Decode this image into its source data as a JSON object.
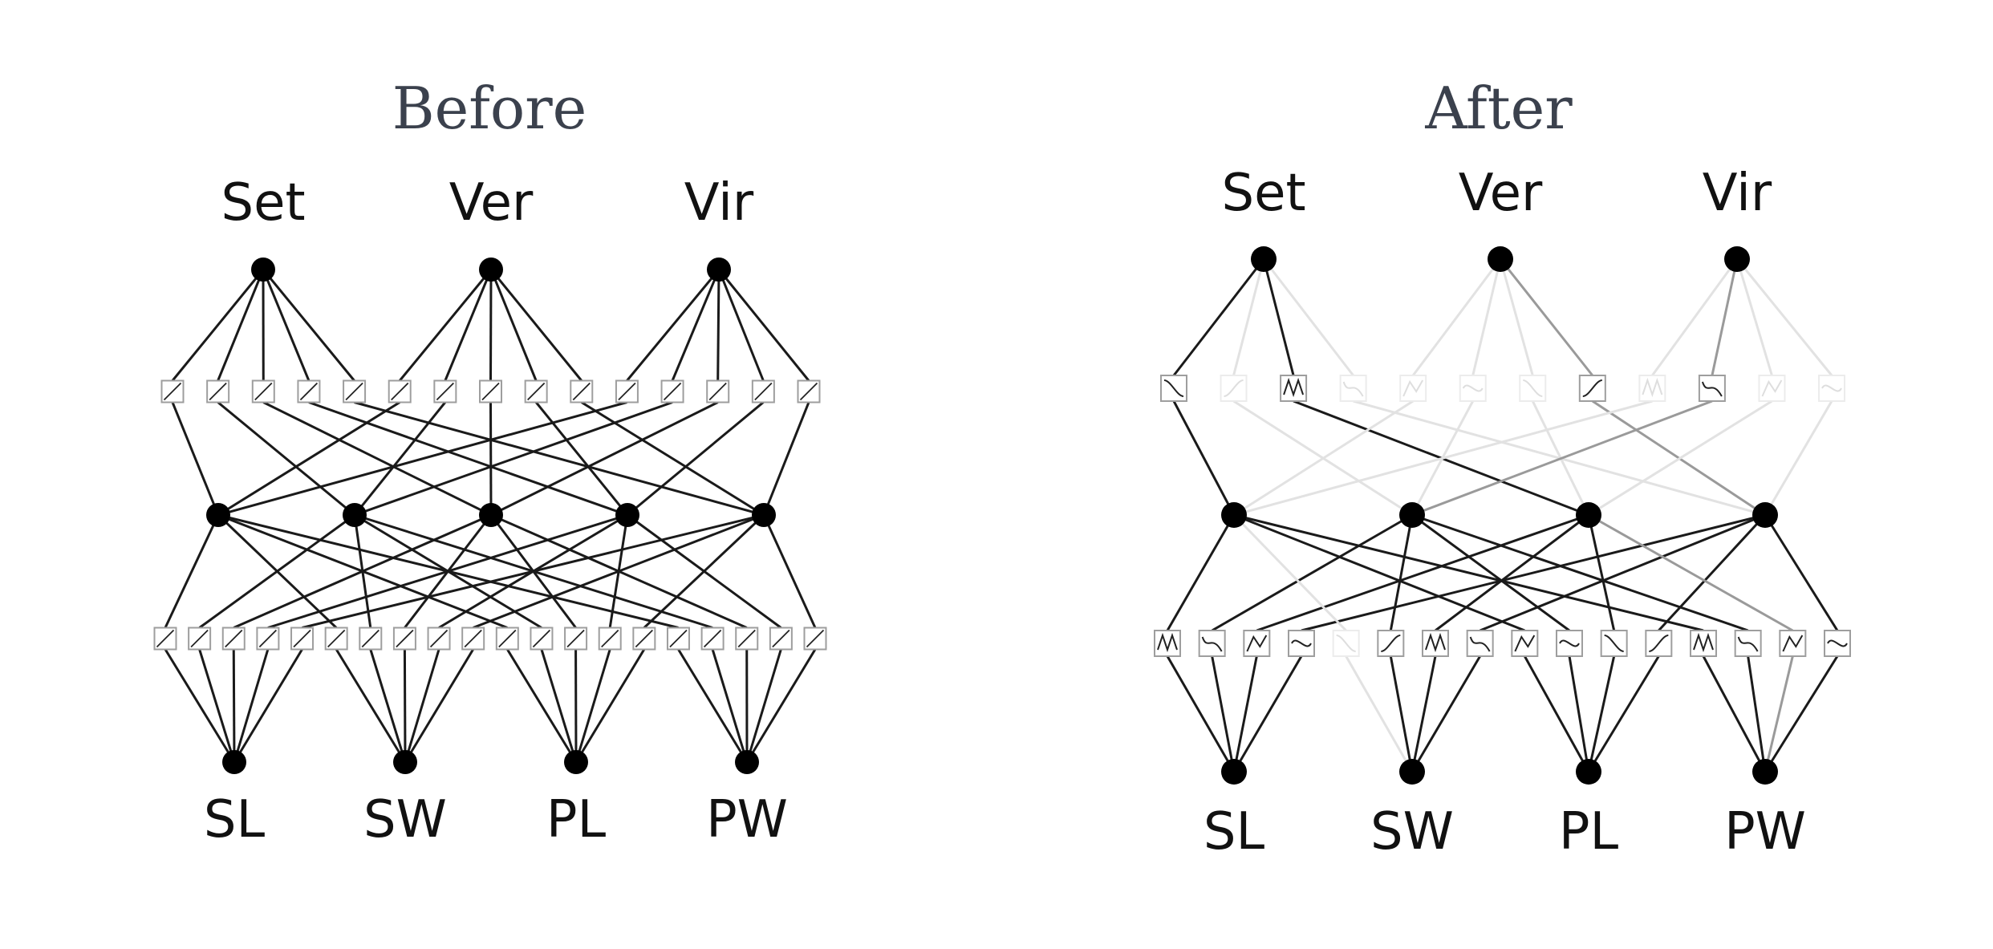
{
  "panels": [
    {
      "id": "before",
      "title": "Before",
      "inputs": [
        "SL",
        "SW",
        "PL",
        "PW"
      ],
      "outputs": [
        "Set",
        "Ver",
        "Vir"
      ],
      "hidden_units": 5,
      "activation_shape": "linear"
    },
    {
      "id": "after",
      "title": "After",
      "inputs": [
        "SL",
        "SW",
        "PL",
        "PW"
      ],
      "outputs": [
        "Set",
        "Ver",
        "Vir"
      ],
      "hidden_units": 4,
      "activation_shape": "learned"
    }
  ],
  "colors": {
    "node": "#000000",
    "edge_strong": "#1a1a1a",
    "edge_medium": "#9a9a9a",
    "edge_faint": "#e2e2e2",
    "activation_box": "#9e9e9e",
    "title": "#3b414d"
  }
}
